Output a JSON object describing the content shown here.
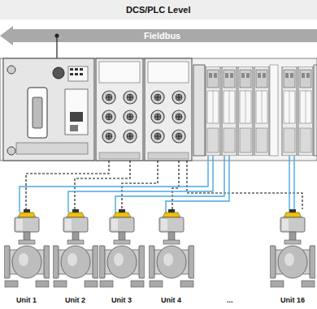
{
  "diagram": {
    "title": "DCS/PLC Level",
    "nodes": [
      {
        "text": [
          "Fieldbus"
        ]
      }
    ],
    "labels": [
      "Unit 1",
      "Unit 2",
      "Unit 3",
      "Unit 4",
      "...",
      "Unit 16"
    ]
  }
}
